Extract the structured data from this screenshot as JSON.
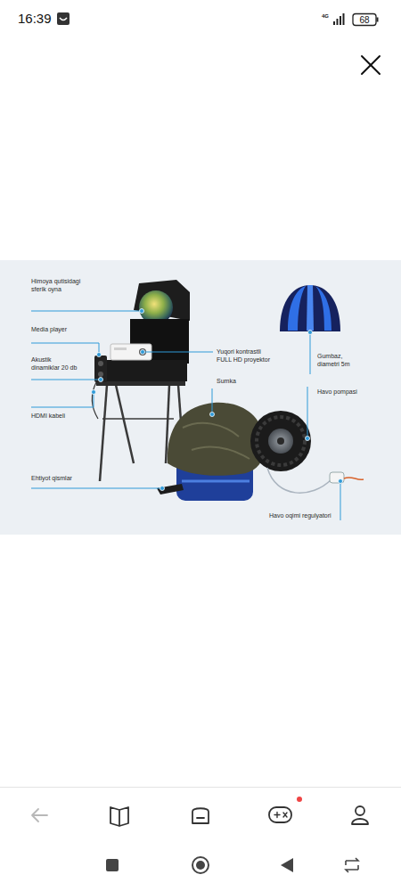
{
  "diagram": {
    "labels": [
      "16:39",
      "4G",
      "68",
      "Himoya qutisidagi sferik oyna",
      "Media player",
      "Akustik dinamiklar 20 db",
      "Yuqori kontrastli FULL HD proyektor",
      "Gumbaz, diametri 5m",
      "Sumka",
      "Havo pompasi",
      "HDMI kabeli",
      "Ehtiyot qismlar",
      "Havo oqimi regulyatori"
    ]
  }
}
